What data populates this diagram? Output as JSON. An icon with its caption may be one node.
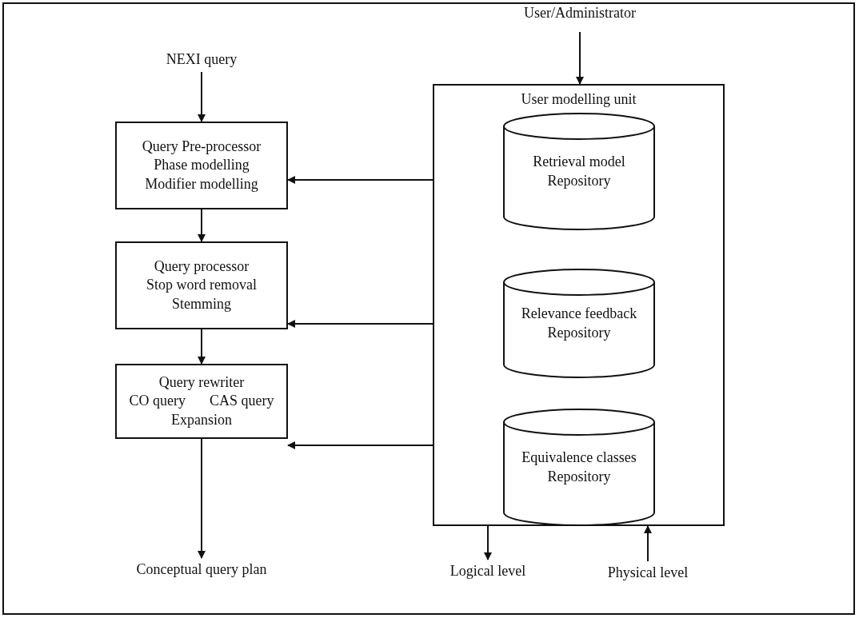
{
  "diagram": {
    "nodes": [
      {
        "text": [
          "NEXI query"
        ]
      },
      {
        "text": [
          "Query Pre-processor",
          "Phase modelling",
          "Modifier modelling"
        ]
      },
      {
        "text": [
          "Query processor",
          "Stop word removal",
          "Stemming"
        ]
      },
      {
        "text": [
          "Query rewriter",
          "CO query",
          "CAS query",
          "Expansion"
        ]
      },
      {
        "text": [
          "Conceptual query plan"
        ]
      },
      {
        "text": [
          "User/Administrator"
        ]
      },
      {
        "text": [
          "User modelling unit"
        ]
      },
      {
        "text": [
          "Retrieval model Repository"
        ],
        "in": 6
      },
      {
        "text": [
          "Relevance feedback Repository"
        ],
        "in": 6
      },
      {
        "text": [
          "Equivalence classes Repository"
        ],
        "in": 6
      },
      {
        "text": [
          "Logical level"
        ]
      },
      {
        "text": [
          "Physical level"
        ]
      }
    ],
    "edges": [
      {
        "from": 0,
        "to": 1,
        "arrow": "to"
      },
      {
        "from": 1,
        "to": 2,
        "arrow": "to"
      },
      {
        "from": 2,
        "to": 3,
        "arrow": "to"
      },
      {
        "from": 3,
        "to": 4,
        "arrow": "to"
      },
      {
        "from": 5,
        "to": 6,
        "arrow": "to"
      },
      {
        "from": 6,
        "to": 1,
        "arrow": "to"
      },
      {
        "from": 6,
        "to": 2,
        "arrow": "to"
      },
      {
        "from": 6,
        "to": 3,
        "arrow": "to"
      },
      {
        "from": 6,
        "to": 10,
        "arrow": "to"
      },
      {
        "from": 11,
        "to": 6,
        "arrow": "to"
      }
    ]
  }
}
